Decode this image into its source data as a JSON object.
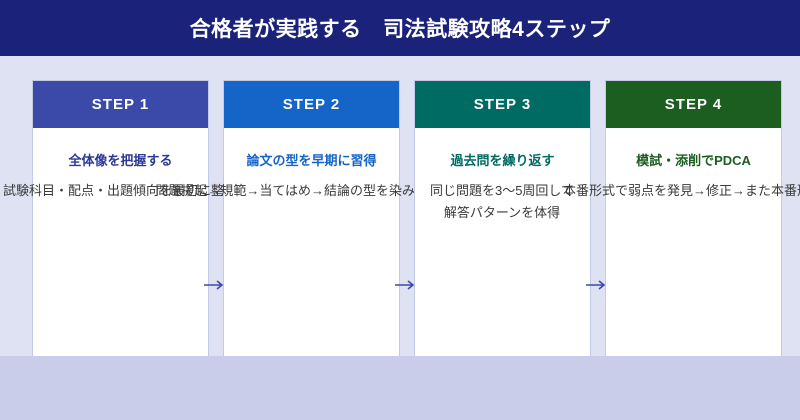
{
  "header": {
    "title": "合格者が実践する　司法試験攻略4ステップ",
    "bg_color": "#1b2279",
    "text_color": "#ffffff"
  },
  "canvas": {
    "background": "#dfe2f2",
    "outer_background": "#c9cdea"
  },
  "steps": [
    {
      "badge": "STEP 1",
      "badge_color": "#3b4aa8",
      "subtitle": "全体像を把握する",
      "subtitle_color": "#2b3a96",
      "body_lines": [
        "試験科目・配点・出題傾向を最初に整理"
      ],
      "arrow": "→"
    },
    {
      "badge": "STEP 2",
      "badge_color": "#1565c8",
      "subtitle": "論文の型を早期に習得",
      "subtitle_color": "#1565c8",
      "body_lines": [
        "問題提起→規範→当てはめ→結論の型を染み込ませる"
      ],
      "arrow": "→"
    },
    {
      "badge": "STEP 3",
      "badge_color": "#006b63",
      "subtitle": "過去問を繰り返す",
      "subtitle_color": "#006b63",
      "body_lines": [
        "同じ問題を3〜5周回して",
        "解答パターンを体得"
      ],
      "arrow": "→"
    },
    {
      "badge": "STEP 4",
      "badge_color": "#1b5e20",
      "subtitle": "模試・添削でPDCA",
      "subtitle_color": "#1b5e20",
      "body_lines": [
        "本番形式で弱点を発見→修正→また本番形式"
      ],
      "arrow": "→"
    }
  ],
  "arrow_color": "#3b4aa8"
}
